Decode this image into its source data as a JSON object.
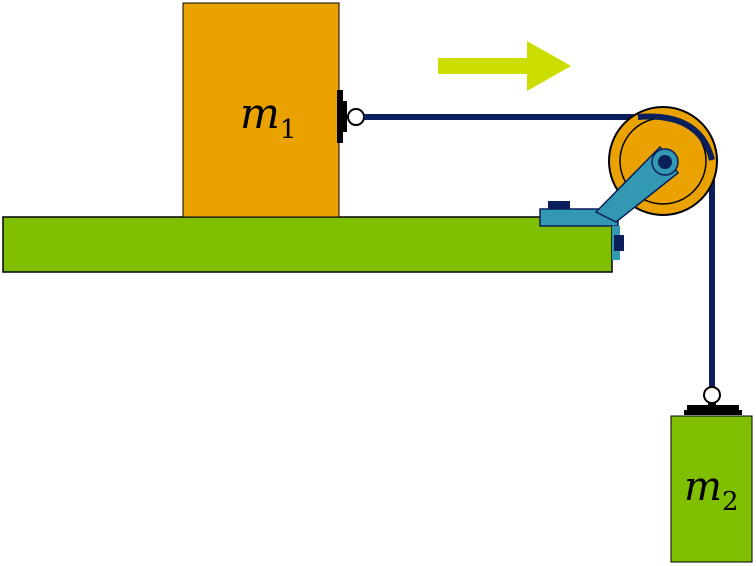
{
  "diagram": {
    "mass1": {
      "symbol": "m",
      "subscript": "1",
      "color": "#E9A200"
    },
    "mass2": {
      "symbol": "m",
      "subscript": "2",
      "color": "#80BF00"
    },
    "table_color": "#80BF00",
    "rope_color": "#0A1F5C",
    "pulley_color": "#E9A200",
    "bracket_color": "#3399B3",
    "arrow_color": "#CCDD00",
    "motion_arrow_icon": "right-arrow-icon"
  }
}
